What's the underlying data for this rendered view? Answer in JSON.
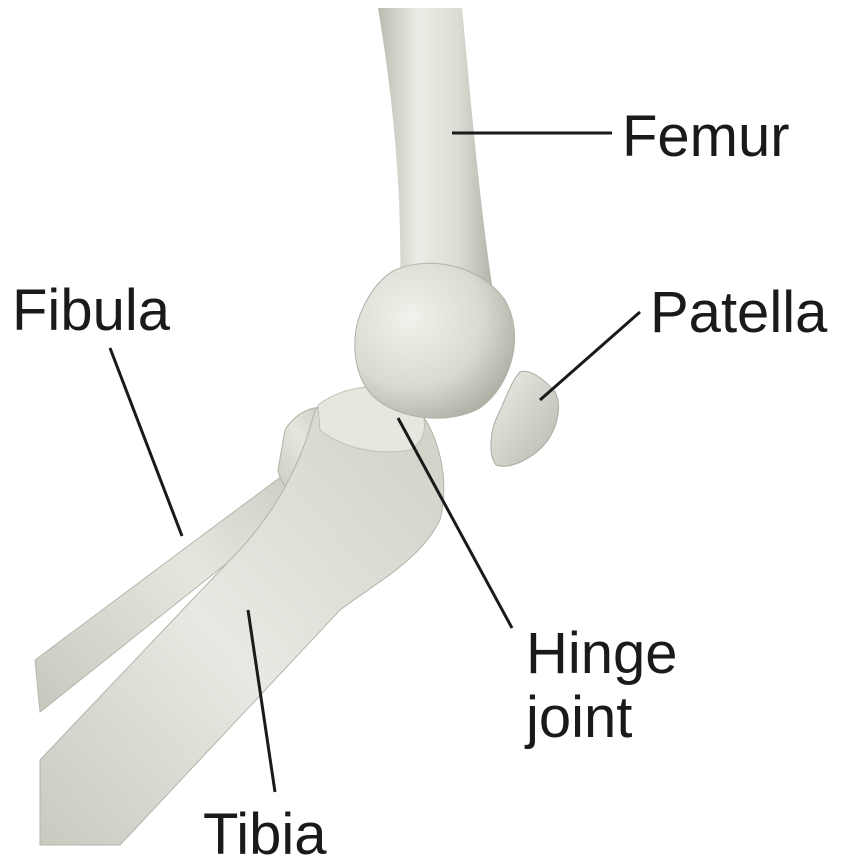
{
  "labels": {
    "femur": "Femur",
    "fibula": "Fibula",
    "patella": "Patella",
    "hinge_line1": "Hinge",
    "hinge_line2": "joint",
    "tibia": "Tibia"
  },
  "colors": {
    "bone_light": "#eaeae3",
    "bone_mid": "#d4d5cb",
    "bone_shadow": "#a8aa9f",
    "leader_line": "#1a1a1a",
    "text": "#1a1a1a",
    "background": "#ffffff"
  }
}
